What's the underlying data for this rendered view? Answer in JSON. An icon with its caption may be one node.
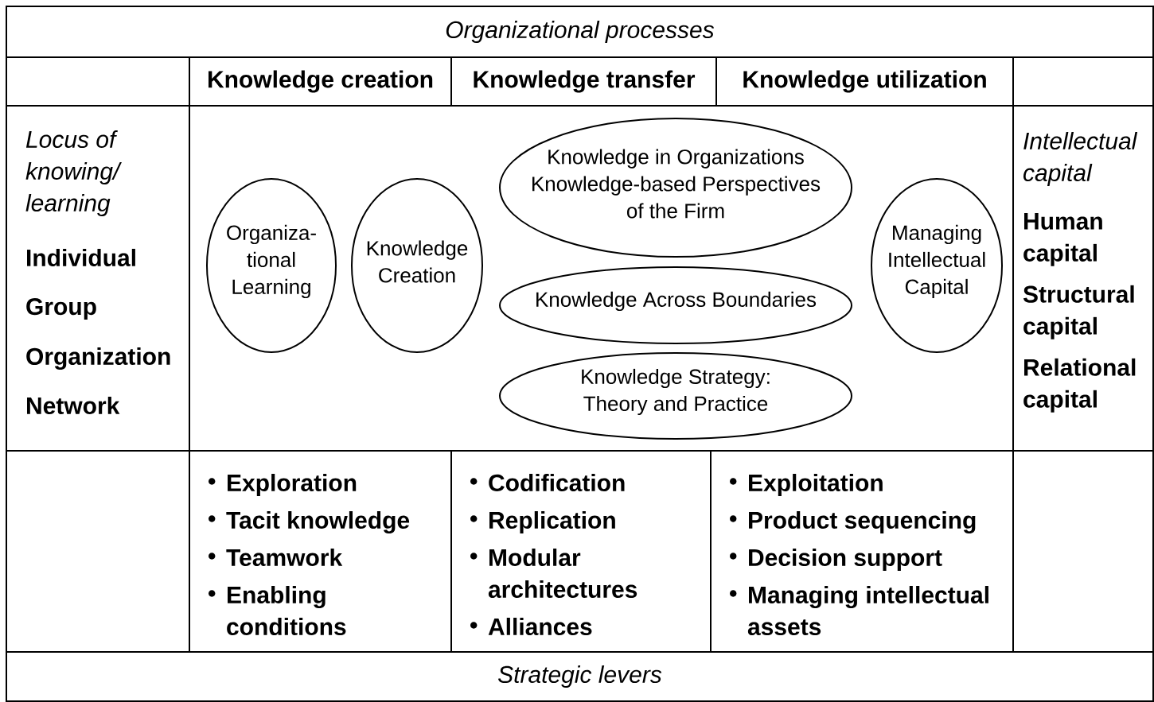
{
  "diagram": {
    "nodes": [
      {
        "text": [
          "Organizational processes"
        ]
      },
      {
        "text": [
          "Knowledge creation"
        ]
      },
      {
        "text": [
          "Knowledge transfer"
        ]
      },
      {
        "text": [
          "Knowledge utilization"
        ]
      },
      {
        "text": [
          "Locus of knowing/ learning",
          "Individual",
          "Group",
          "Organization",
          "Network"
        ]
      },
      {
        "text": [],
        "shape": "box"
      },
      {
        "text": [
          "Organiza- tional Learning"
        ],
        "in": 5
      },
      {
        "text": [
          "Knowledge Creation"
        ],
        "in": 5
      },
      {
        "text": [
          "Knowledge in Organizations Knowledge-based Perspectives of the Firm"
        ],
        "in": 5
      },
      {
        "text": [
          "Knowledge Across Boundaries"
        ],
        "in": 5
      },
      {
        "text": [
          "Knowledge Strategy: Theory and Practice"
        ],
        "in": 5
      },
      {
        "text": [
          "Managing Intellectual Capital"
        ],
        "in": 5
      },
      {
        "text": [
          "Intellectual capital",
          "Human capital",
          "Structural capital",
          "Relational capital"
        ]
      },
      {
        "text": [
          "Exploration",
          "Tacit knowledge",
          "Teamwork",
          "Enabling conditions"
        ]
      },
      {
        "text": [
          "Codification",
          "Replication",
          "Modular architectures",
          "Alliances"
        ]
      },
      {
        "text": [
          "Exploitation",
          "Product sequencing",
          "Decision support",
          "Managing intellectual assets"
        ]
      },
      {
        "text": [
          "Strategic levers"
        ]
      }
    ]
  }
}
